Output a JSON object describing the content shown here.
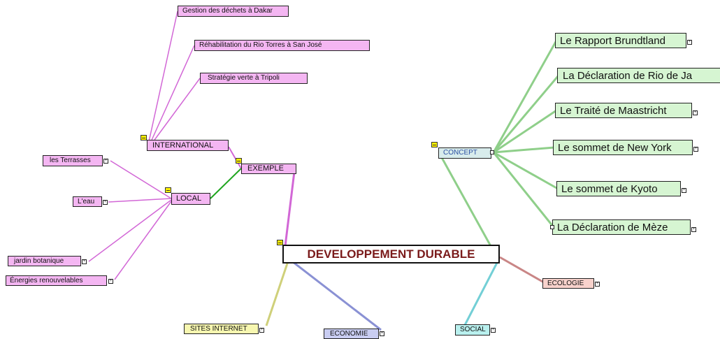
{
  "map": {
    "center": "DEVELOPPEMENT DURABLE",
    "exemple": "EXEMPLE",
    "international": "INTERNATIONAL",
    "local": "LOCAL",
    "concept": "CONCEPT",
    "ecologie": "ECOLOGIE",
    "social": "SOCIAL",
    "economie": "ECONOMIE",
    "sites_internet": "SITES INTERNET",
    "international_items": [
      "Gestion des déchets à Dakar",
      "Réhabilitation du Rio Torres à San José",
      "Stratégie verte à Tripoli"
    ],
    "local_items": [
      "les Terrasses",
      "L'eau",
      "jardin botanique",
      "Énergies renouvelables"
    ],
    "concept_items": [
      "Le Rapport Brundtland",
      "La Déclaration de Rio de Ja",
      "Le Traité de Maastricht",
      "Le sommet de New York",
      "Le sommet de Kyoto",
      "La Déclaration de Mèze"
    ]
  },
  "colors": {
    "pink_node": "#f4b6f2",
    "pink_line": "#d267d6",
    "green_node": "#d6f5d2",
    "green_line": "#8fcf8a",
    "link_exemple_local": "#1ea51e",
    "center_text": "#7a1a1a",
    "ecologie_node": "#f8d2cc",
    "ecologie_line": "#c98686",
    "social_node": "#b9f0ee",
    "social_line": "#73cfd6",
    "economie_node": "#c9cdf2",
    "economie_line": "#8a91d4",
    "sites_node": "#f7f7b0",
    "sites_line": "#cfd07a",
    "concept_node": "#d8ecec",
    "concept_text": "#2a4fa2",
    "collapse_marker": "#fff200"
  },
  "icons": {
    "expand": "expand-icon",
    "collapse": "collapse-icon"
  }
}
